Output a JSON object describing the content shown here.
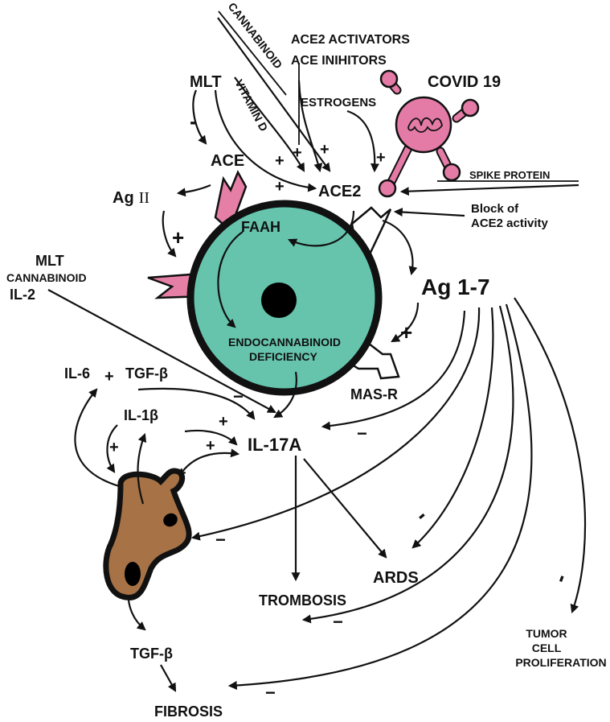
{
  "labels": {
    "cannabinoid_top": "CANNABINOID",
    "vitamin_d": "VITAMIN D",
    "ace2_activators": "ACE2 ACTIVATORS",
    "ace_inhibitors": "ACE INIHITORS",
    "mlt_top": "MLT",
    "covid": "COVID 19",
    "estrogens": "ESTROGENS",
    "ace": "ACE",
    "ace2": "ACE2",
    "ag2_prefix": "Ag",
    "ag2_numeral": "II",
    "spike": "SPIKE PROTEIN",
    "block_1": "Block of",
    "block_2": "ACE2 activity",
    "faah": "FAAH",
    "mlt_left": "MLT",
    "cannabinoid_left": "CANNABINOID",
    "il2": "IL-2",
    "ag17": "Ag 1-7",
    "endo_1": "ENDOCANNABINOID",
    "endo_2": "DEFICIENCY",
    "il6": "IL-6",
    "tgfb_top": "TGF-β",
    "masr": "MAS-R",
    "il1b": "IL-1β",
    "il17a": "IL-17A",
    "ards": "ARDS",
    "trombosis": "TROMBOSIS",
    "tumor_1": "TUMOR",
    "tumor_2": "CELL",
    "tumor_3": "PROLIFERATION",
    "tgfb_bottom": "TGF-β",
    "fibrosis": "FIBROSIS"
  },
  "signs": {
    "plus": "+",
    "minus": "−",
    "dash": "-"
  },
  "colors": {
    "cell_fill": "#66c4ad",
    "cell_nucleus": "#000000",
    "receptor_fill": "#e57fa5",
    "virus_fill": "#e47ba6",
    "macrophage_fill": "#a67246",
    "line": "#111111"
  }
}
